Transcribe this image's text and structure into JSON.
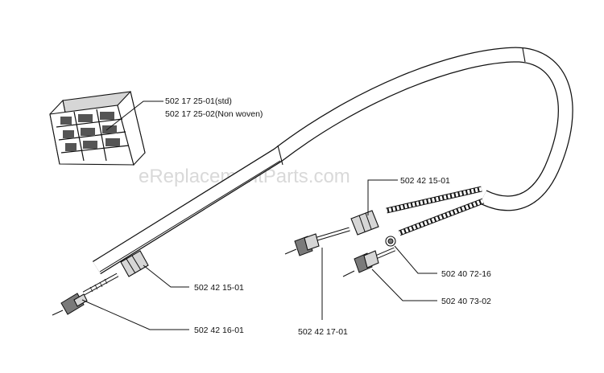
{
  "watermark": "eReplacementParts.com",
  "callouts": {
    "filter_std": "502 17 25-01(std)",
    "filter_nonwoven": "502 17 25-02(Non woven)",
    "ferrule_left": "502 42 15-01",
    "nipple_left": "502 42 16-01",
    "ferrule_right": "502 42 15-01",
    "nipple_center": "502 42 17-01",
    "clip_right": "502 40 72-16",
    "nipple_right": "502 40 73-02"
  }
}
